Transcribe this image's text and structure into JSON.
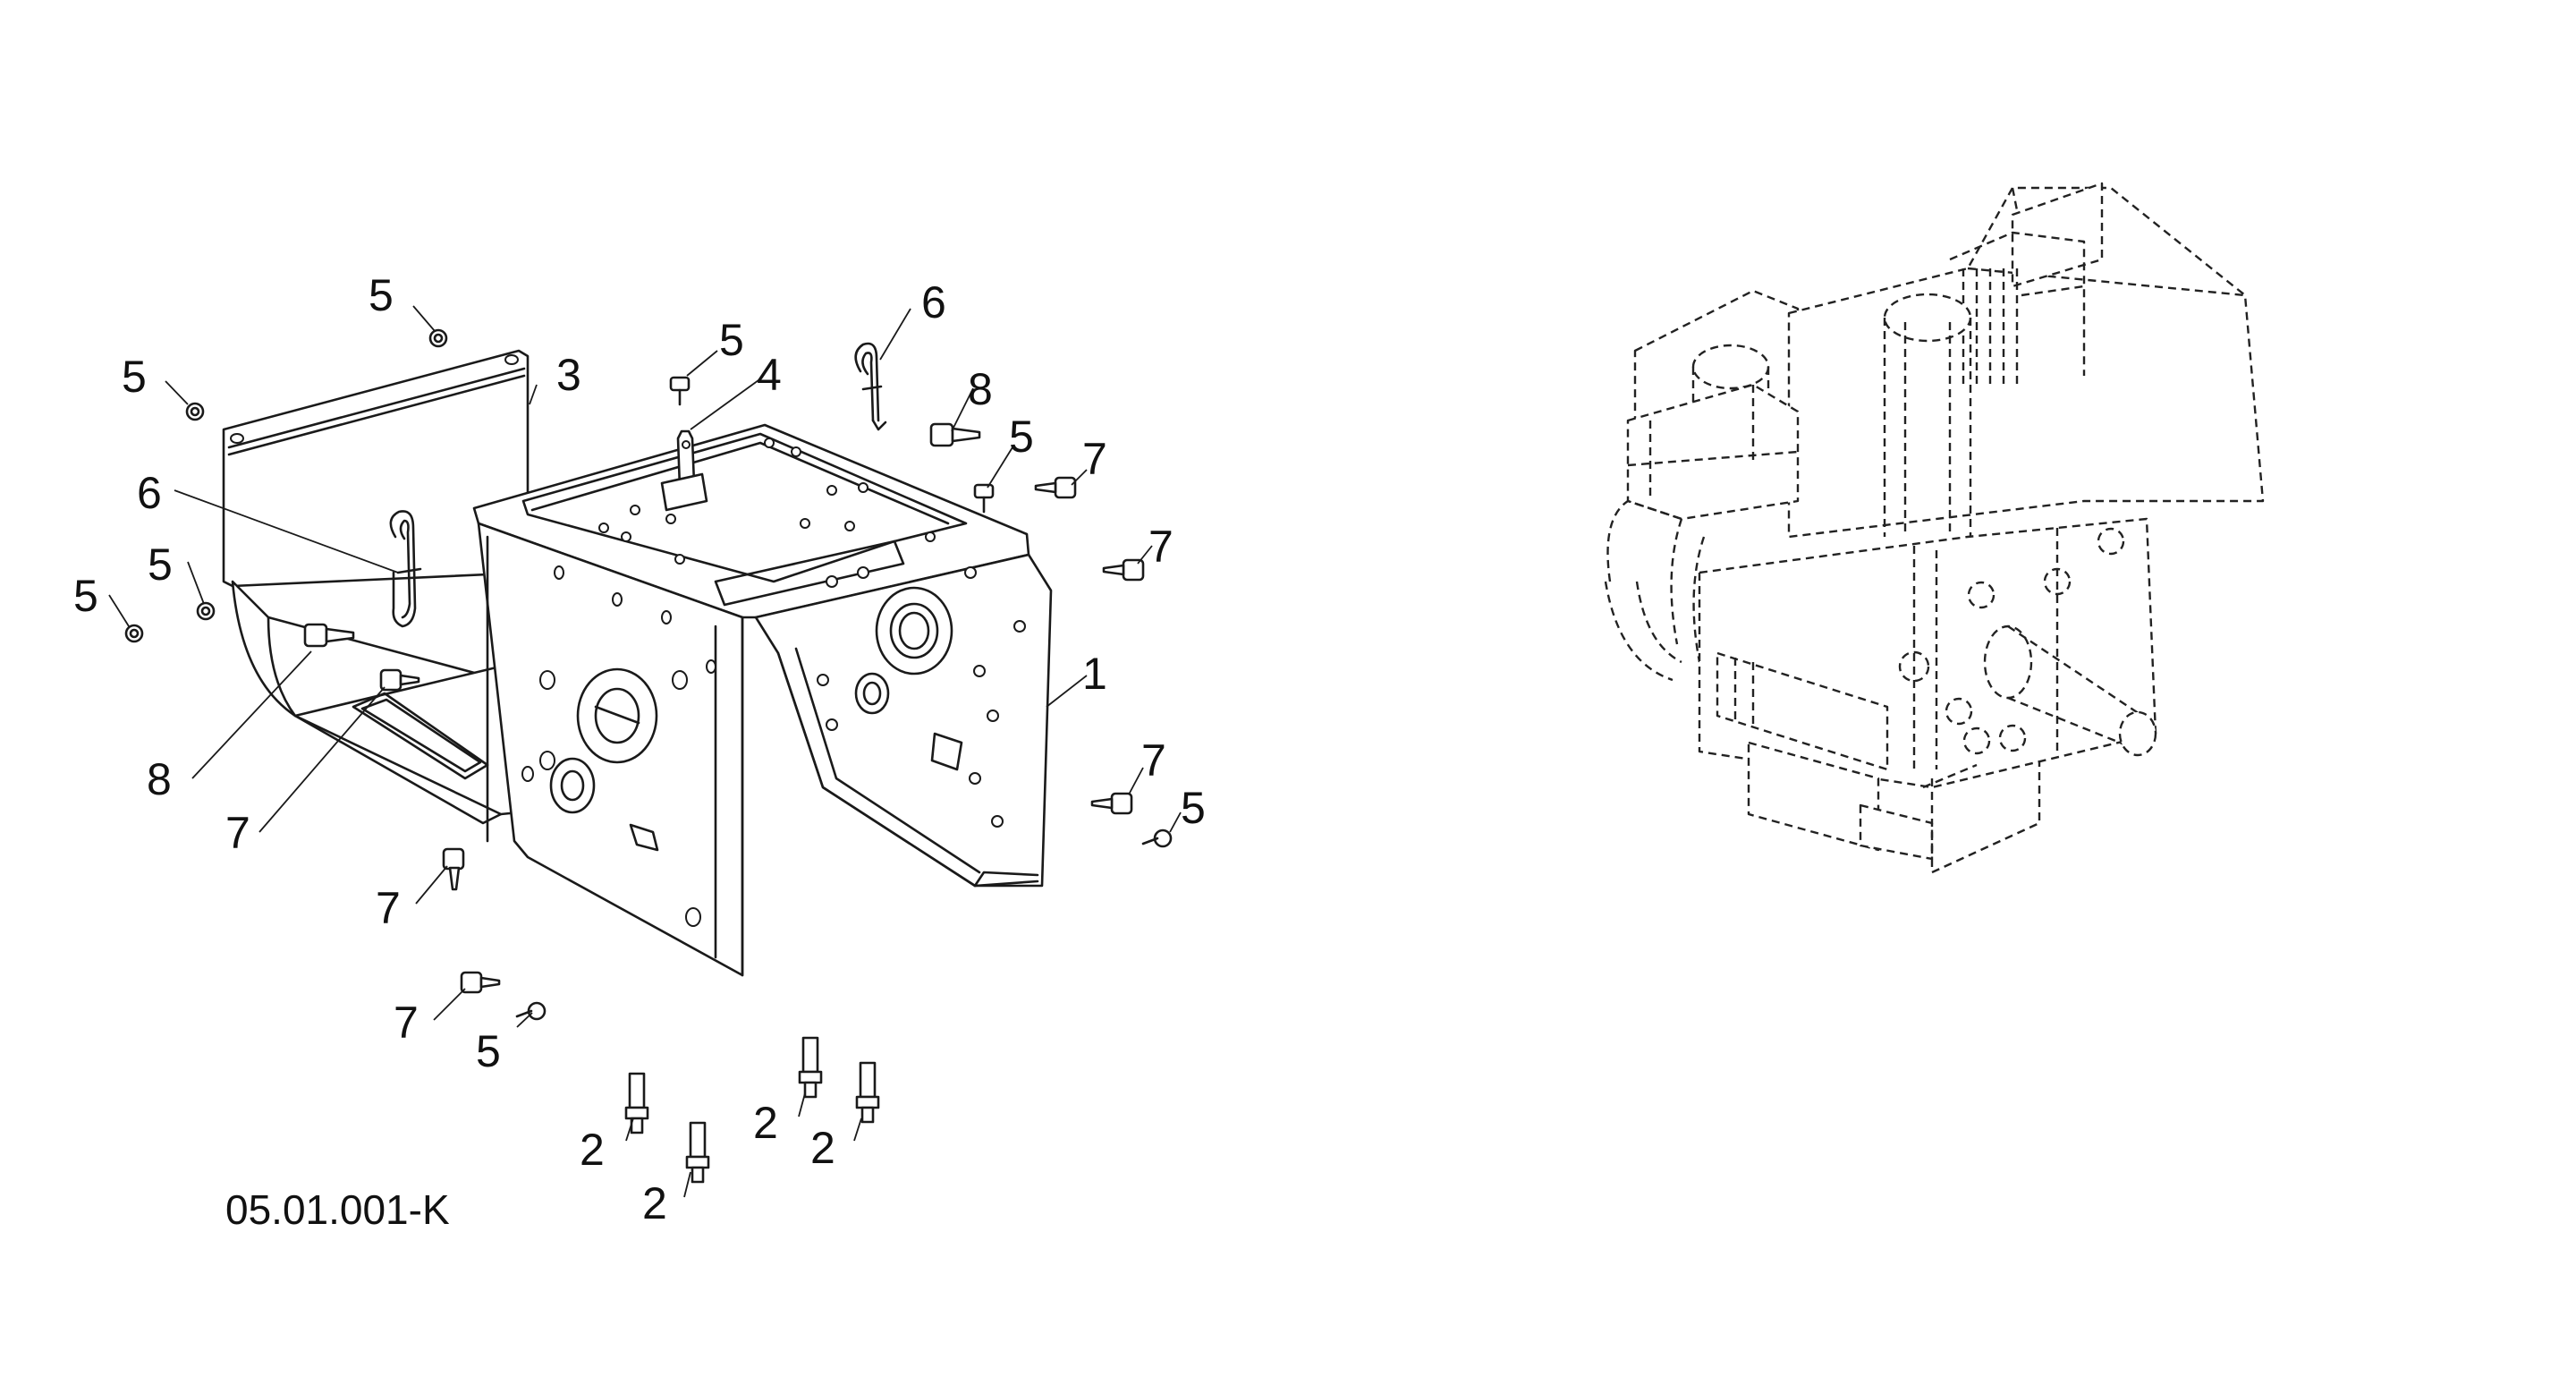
{
  "diagram": {
    "code": "05.01.001-K",
    "callouts": [
      {
        "id": "c1",
        "text": "5"
      },
      {
        "id": "c2",
        "text": "5"
      },
      {
        "id": "c3",
        "text": "3"
      },
      {
        "id": "c4",
        "text": "6"
      },
      {
        "id": "c5",
        "text": "5"
      },
      {
        "id": "c6",
        "text": "5"
      },
      {
        "id": "c7",
        "text": "5"
      },
      {
        "id": "c8",
        "text": "4"
      },
      {
        "id": "c9",
        "text": "6"
      },
      {
        "id": "c10",
        "text": "8"
      },
      {
        "id": "c11",
        "text": "5"
      },
      {
        "id": "c12",
        "text": "7"
      },
      {
        "id": "c13",
        "text": "7"
      },
      {
        "id": "c14",
        "text": "1"
      },
      {
        "id": "c15",
        "text": "8"
      },
      {
        "id": "c16",
        "text": "7"
      },
      {
        "id": "c17",
        "text": "7"
      },
      {
        "id": "c18",
        "text": "5"
      },
      {
        "id": "c19",
        "text": "7"
      },
      {
        "id": "c20",
        "text": "7"
      },
      {
        "id": "c21",
        "text": "5"
      },
      {
        "id": "c22",
        "text": "2"
      },
      {
        "id": "c23",
        "text": "2"
      },
      {
        "id": "c24",
        "text": "2"
      },
      {
        "id": "c25",
        "text": "2"
      }
    ]
  }
}
